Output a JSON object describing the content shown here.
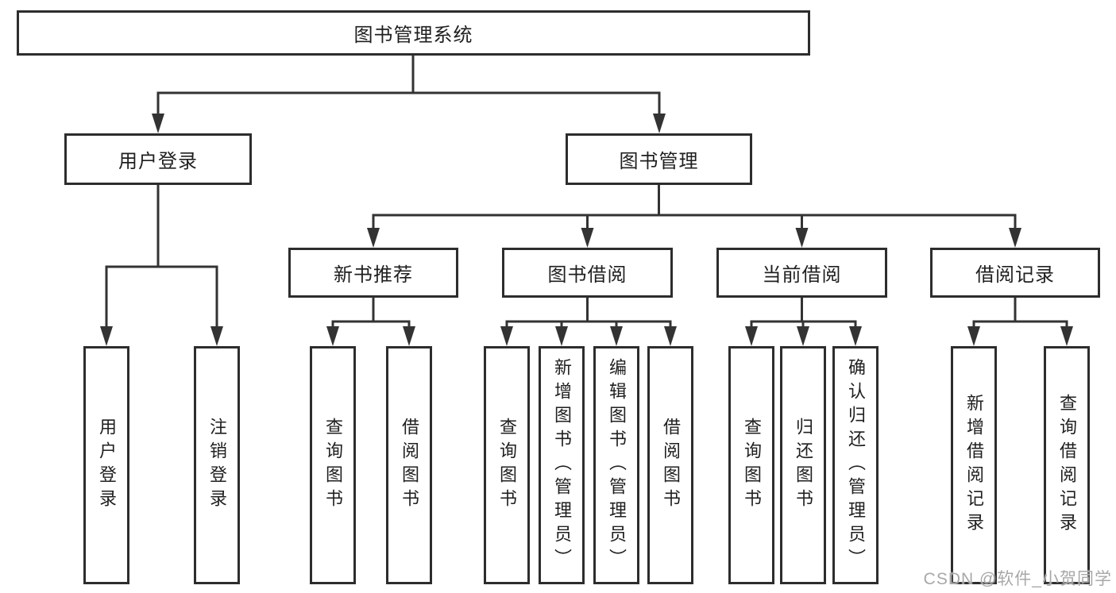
{
  "diagram": {
    "root_label": "图书管理系统",
    "level2": {
      "user_login": "用户登录",
      "book_management": "图书管理"
    },
    "level3": {
      "new_books": "新书推荐",
      "book_borrow": "图书借阅",
      "current_borrow": "当前借阅",
      "borrow_records": "借阅记录"
    },
    "leaves": {
      "user_login": [
        "用户登录",
        "注销登录"
      ],
      "new_books": [
        "查询图书",
        "借阅图书"
      ],
      "book_borrow": [
        "查询图书",
        "新增图书（管理员）",
        "编辑图书（管理员）",
        "借阅图书"
      ],
      "current_borrow": [
        "查询图书",
        "归还图书",
        "确认归还（管理员）"
      ],
      "borrow_records": [
        "新增借阅记录",
        "查询借阅记录"
      ]
    }
  },
  "watermark": "CSDN @软件_小贺同学",
  "colors": {
    "line": "#333333",
    "border": "#2d2d2d",
    "text": "#1f1f1f",
    "watermark": "#a8a8a8",
    "background": "#ffffff"
  }
}
